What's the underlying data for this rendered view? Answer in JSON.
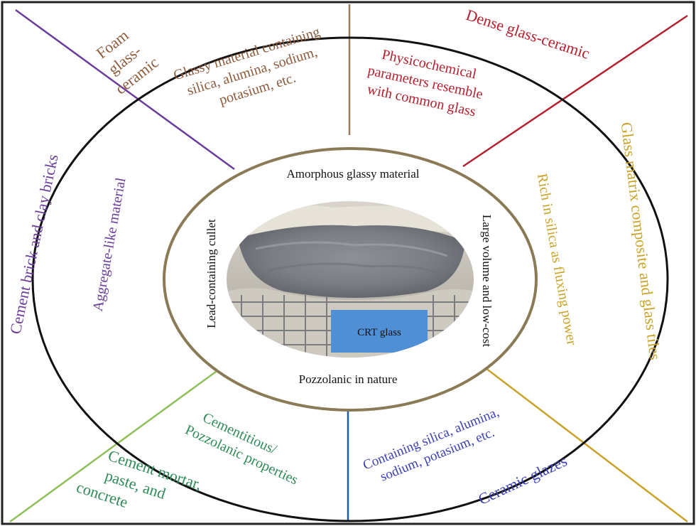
{
  "colors": {
    "purple": "#6a3d9a",
    "brown": "#8c5a3c",
    "red": "#b5202e",
    "gold": "#c9a227",
    "green": "#2e8b57",
    "light_green": "#8fbf5a",
    "blue": "#3b3fb5",
    "steel_blue": "#1f5fa8",
    "inner_ring": "#8a7a55",
    "crt_box": "#4f8fd6"
  },
  "center": {
    "top": "Amorphous glassy material",
    "bottom": "Pozzolanic in nature",
    "left": "Lead-containing cullet",
    "right": "Large volume and low-cost",
    "photo_label": "CRT glass"
  },
  "sectors": {
    "foam": {
      "application": [
        "Foam",
        "glass-",
        "ceramic"
      ],
      "property": [
        "Glassy material containing",
        "silica, alumina, sodium,",
        "potasium, etc."
      ]
    },
    "dense": {
      "application": [
        "Dense glass-ceramic"
      ],
      "property": [
        "Physicochemical",
        "parameters resemble",
        "with common glass"
      ]
    },
    "tiles": {
      "application": [
        "Glass matrix composite and glass tiles"
      ],
      "property": [
        "Rich in silica as fluxing power"
      ]
    },
    "glazes": {
      "application": [
        "Ceramic glazes"
      ],
      "property": [
        "Containing silica, alumina,",
        "sodium, potasium, etc."
      ]
    },
    "concrete": {
      "application": [
        "Cement mortar,",
        "paste, and",
        "concrete"
      ],
      "property": [
        "Cementitious/",
        "Pozzolanic properties"
      ]
    },
    "bricks": {
      "application": [
        "Cement brick and clay bricks"
      ],
      "property": [
        "Aggregate-like material"
      ]
    }
  }
}
